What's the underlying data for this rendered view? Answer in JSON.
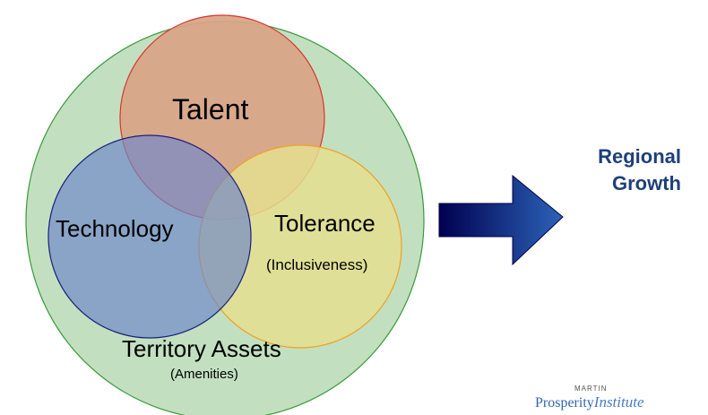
{
  "diagram": {
    "circles": {
      "territory": {
        "label": "Territory Assets",
        "sublabel": "(Amenities)",
        "fill": "#c2e0c0",
        "stroke": "#3a9a3a"
      },
      "talent": {
        "label": "Talent",
        "fill": "#d9a486",
        "stroke": "#d8342f"
      },
      "technology": {
        "label": "Technology",
        "fill": "#6f87c9",
        "stroke": "#1a1f7a"
      },
      "tolerance": {
        "label": "Tolerance",
        "sublabel": "(Inclusiveness)",
        "fill": "#e5de8f",
        "stroke": "#f0a020"
      }
    },
    "arrow": {
      "fill_start": "#000050",
      "fill_end": "#2c63b8"
    },
    "outcome": {
      "line1": "Regional",
      "line2": "Growth",
      "color": "#1f3f7a"
    }
  },
  "logo": {
    "top": "MARTIN",
    "main": "Prosperity",
    "suffix": "Institute"
  }
}
